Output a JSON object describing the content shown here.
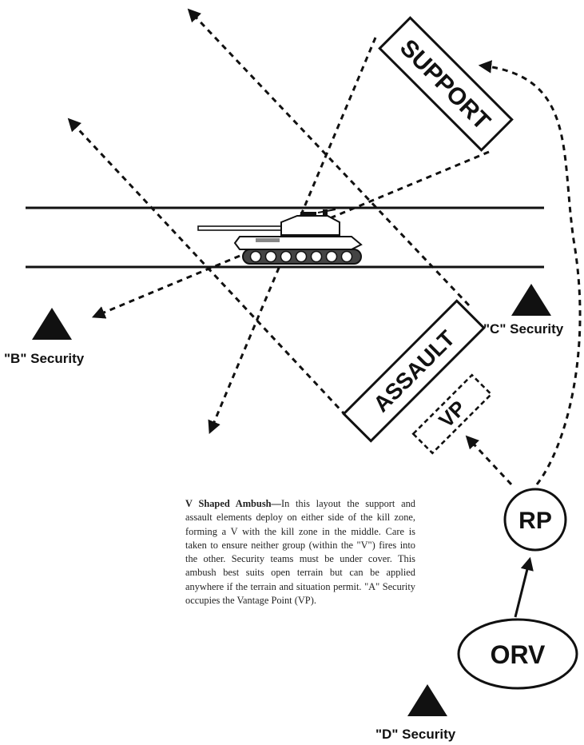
{
  "elements": {
    "support": "SUPPORT",
    "assault": "ASSAULT",
    "vp": "VP",
    "rp": "RP",
    "orv": "ORV"
  },
  "security": {
    "b": "\"B\" Security",
    "c": "\"C\" Security",
    "d": "\"D\" Security"
  },
  "caption": {
    "title": "V Shaped Ambush",
    "separator": "—",
    "body": "In this layout the support and assault elements deploy on either side of the kill zone, forming a V with the kill zone in the middle. Care is taken to ensure neither group (within the \"V\") fires into the other. Security teams must be under cover.  This ambush best suits open terrain but can be applied anywhere if the terrain and situation permit. \"A\" Security occupies the Vantage Point (VP)."
  },
  "colors": {
    "ink": "#111111",
    "background": "#ffffff"
  },
  "icons": [
    "tank-icon",
    "security-triangle-icon"
  ]
}
